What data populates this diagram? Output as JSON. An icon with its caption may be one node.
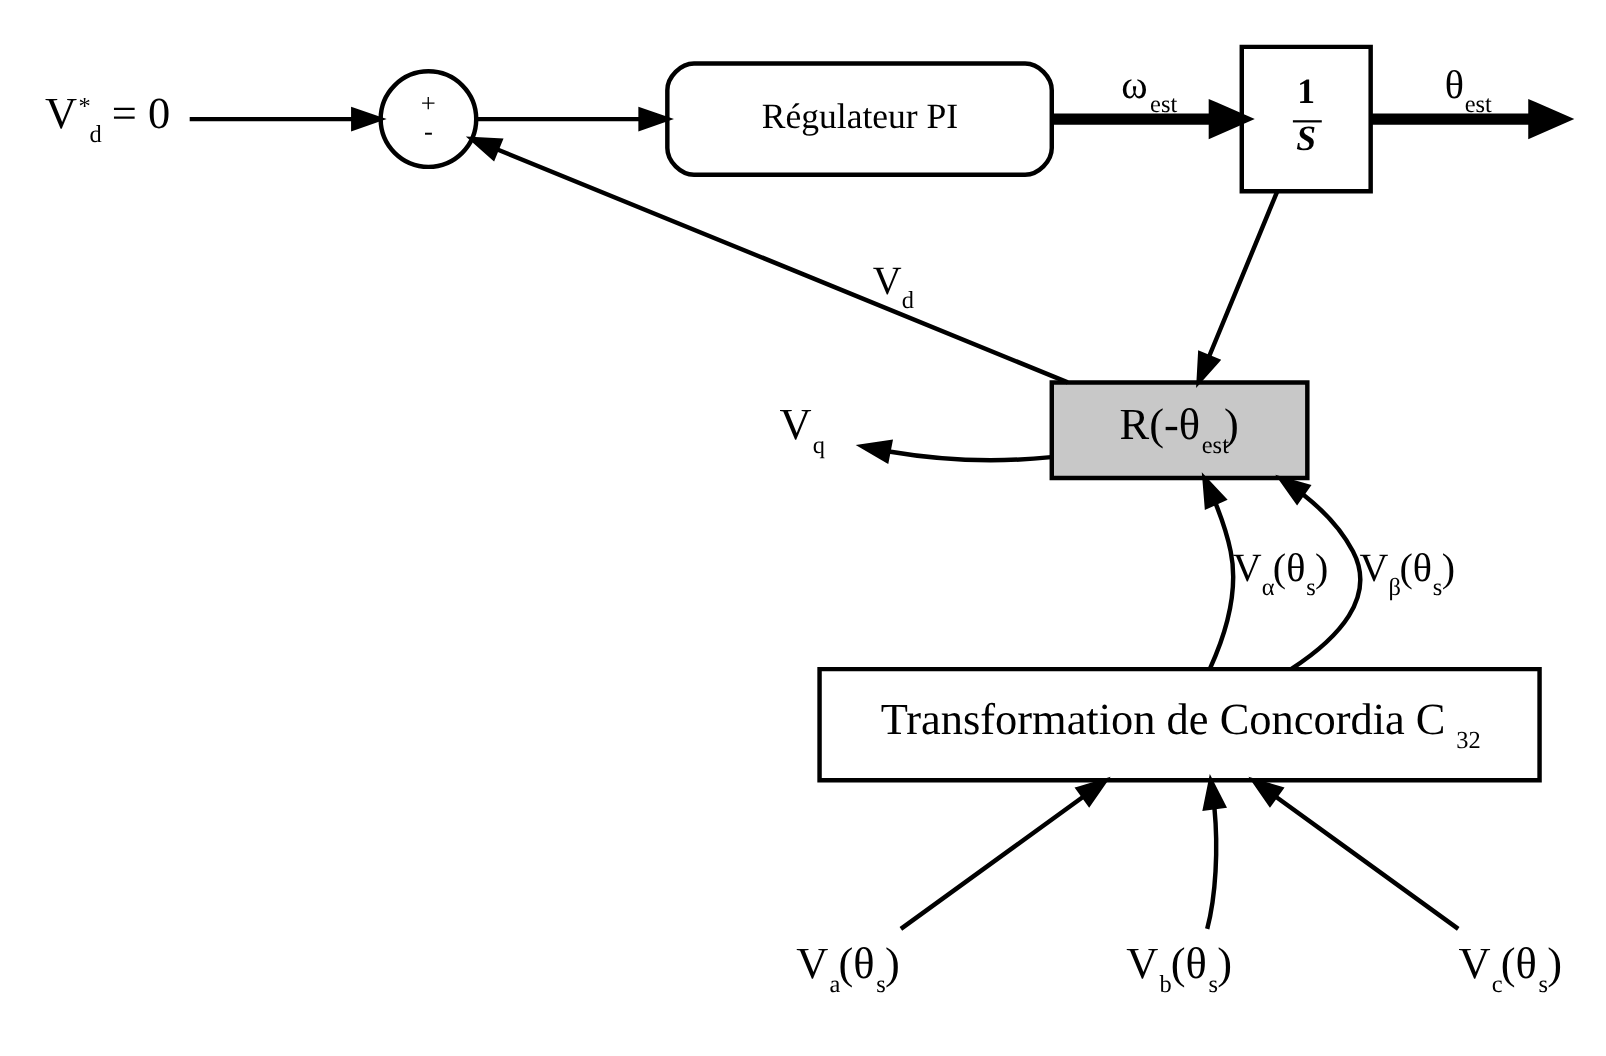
{
  "diagram": {
    "nodes": [
      {
        "text": [
          "V$^{*}$$_{d}$ = 0"
        ]
      },
      {
        "text": [
          "+",
          "-"
        ]
      },
      {
        "text": [
          "Régulateur PI"
        ]
      },
      {
        "text": [
          "1",
          "S"
        ]
      },
      {
        "text": [
          "R(-θ$_{est}$)"
        ]
      },
      {
        "text": [
          "V$_{q}$"
        ]
      },
      {
        "text": [
          "Transformation de Concordia C $_{32}$"
        ]
      },
      {
        "text": [
          "V$_{a}$(θ$_{s}$)"
        ]
      },
      {
        "text": [
          "V$_{b}$(θ$_{s}$)"
        ]
      },
      {
        "text": [
          "V$_{c}$(θ$_{s}$)"
        ]
      }
    ],
    "edges": [
      {
        "from": 0,
        "to": 1,
        "arrow": "to"
      },
      {
        "from": 1,
        "to": 2,
        "arrow": "to"
      },
      {
        "from": 2,
        "to": 3,
        "arrow": "to",
        "label": "ω$_{est}$",
        "style": "thick"
      },
      {
        "from": 3,
        "to": null,
        "arrow": "to",
        "label": "θ$_{est}$",
        "style": "thick"
      },
      {
        "from": 3,
        "to": 4,
        "arrow": "to"
      },
      {
        "from": 4,
        "to": 1,
        "arrow": "to",
        "label": "V$_{d}$"
      },
      {
        "from": 4,
        "to": 5,
        "arrow": "to"
      },
      {
        "from": 6,
        "to": 4,
        "arrow": "to",
        "label": "V$_{α}$(θ$_{s}$)"
      },
      {
        "from": 6,
        "to": 4,
        "arrow": "to",
        "label": "V$_{β}$(θ$_{s}$)"
      },
      {
        "from": 7,
        "to": 6,
        "arrow": "to"
      },
      {
        "from": 8,
        "to": 6,
        "arrow": "to"
      },
      {
        "from": 9,
        "to": 6,
        "arrow": "to"
      }
    ]
  }
}
